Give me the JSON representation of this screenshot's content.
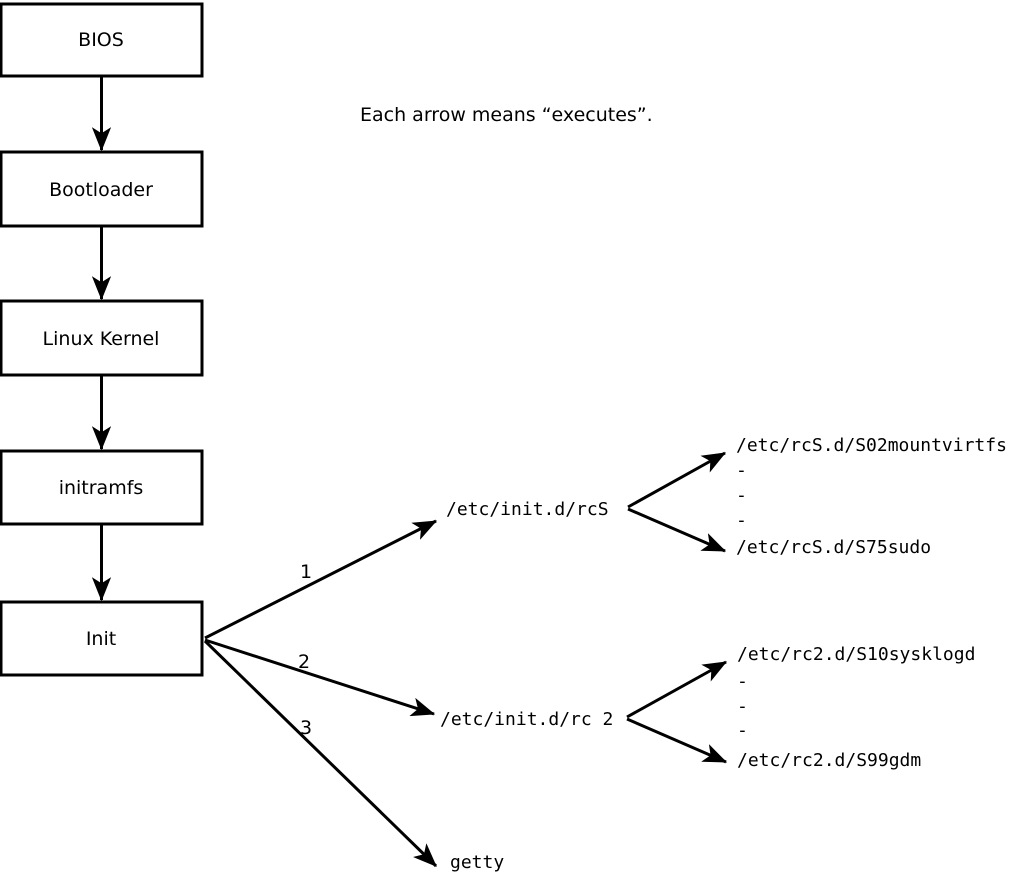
{
  "diagram": {
    "note": "Each arrow means “executes”.",
    "colors": {
      "stroke": "#000000",
      "background": "#ffffff"
    },
    "boot_chain": [
      {
        "label": "BIOS"
      },
      {
        "label": "Bootloader"
      },
      {
        "label": "Linux Kernel"
      },
      {
        "label": "initramfs"
      },
      {
        "label": "Init"
      }
    ],
    "init_branches": [
      {
        "order": "1",
        "target": "/etc/init.d/rcS"
      },
      {
        "order": "2",
        "target": "/etc/init.d/rc 2"
      },
      {
        "order": "3",
        "target": "getty"
      }
    ],
    "rcs_children": [
      "/etc/rcS.d/S02mountvirtfs",
      "-",
      "-",
      "-",
      "/etc/rcS.d/S75sudo"
    ],
    "rc2_children": [
      "/etc/rc2.d/S10sysklogd",
      "-",
      "-",
      "-",
      "/etc/rc2.d/S99gdm"
    ]
  }
}
